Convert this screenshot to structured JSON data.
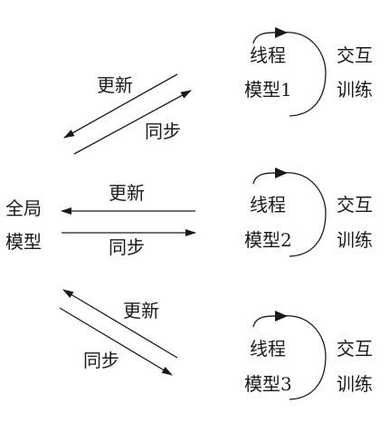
{
  "global_model": {
    "line1": "全局",
    "line2": "模型"
  },
  "threads": [
    {
      "line1": "线程",
      "line2": "模型1",
      "side_line1": "交互",
      "side_line2": "训练"
    },
    {
      "line1": "线程",
      "line2": "模型2",
      "side_line1": "交互",
      "side_line2": "训练"
    },
    {
      "line1": "线程",
      "line2": "模型3",
      "side_line1": "交互",
      "side_line2": "训练"
    }
  ],
  "links": [
    {
      "update": "更新",
      "sync": "同步"
    },
    {
      "update": "更新",
      "sync": "同步"
    },
    {
      "update": "更新",
      "sync": "同步"
    }
  ]
}
